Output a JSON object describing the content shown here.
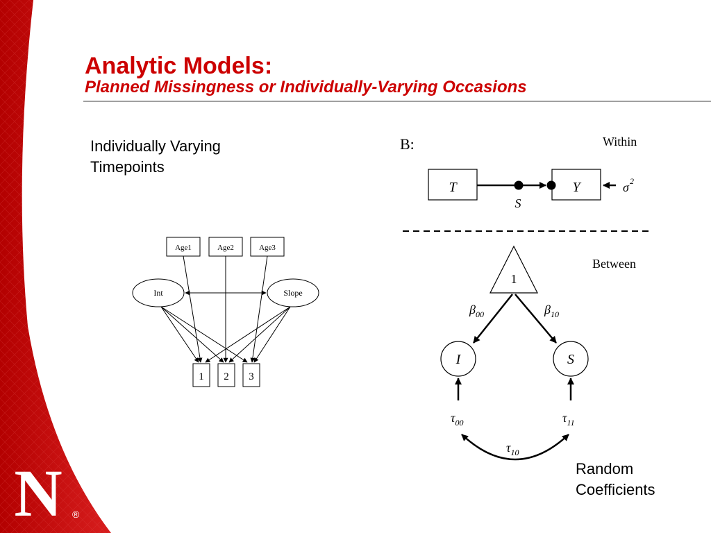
{
  "slide": {
    "title": "Analytic Models:",
    "subtitle": "Planned Missingness or Individually-Varying Occasions",
    "left_text_line1": "Individually Varying",
    "left_text_line2": "Timepoints",
    "right_caption_line1": "Random",
    "right_caption_line2": "Coefficients",
    "brand_color": "#cc0000",
    "logo": "N",
    "logo_mark": "®"
  },
  "diagram_a": {
    "age_boxes": [
      "Age1",
      "Age2",
      "Age3"
    ],
    "latent_factors": [
      "Int",
      "Slope"
    ],
    "observed_boxes": [
      "1",
      "2",
      "3"
    ]
  },
  "diagram_b": {
    "panel_label": "B:",
    "within_label": "Within",
    "between_label": "Between",
    "node_t": "T",
    "node_y": "Y",
    "slope_label": "S",
    "residual_symbol": "σ",
    "residual_superscript": "2",
    "constant_node": "1",
    "node_i": "I",
    "node_s": "S",
    "beta_00": {
      "symbol": "β",
      "sub": "00"
    },
    "beta_10": {
      "symbol": "β",
      "sub": "10"
    },
    "tau_00": {
      "symbol": "τ",
      "sub": "00"
    },
    "tau_11": {
      "symbol": "τ",
      "sub": "11"
    },
    "tau_10": {
      "symbol": "τ",
      "sub": "10"
    }
  }
}
